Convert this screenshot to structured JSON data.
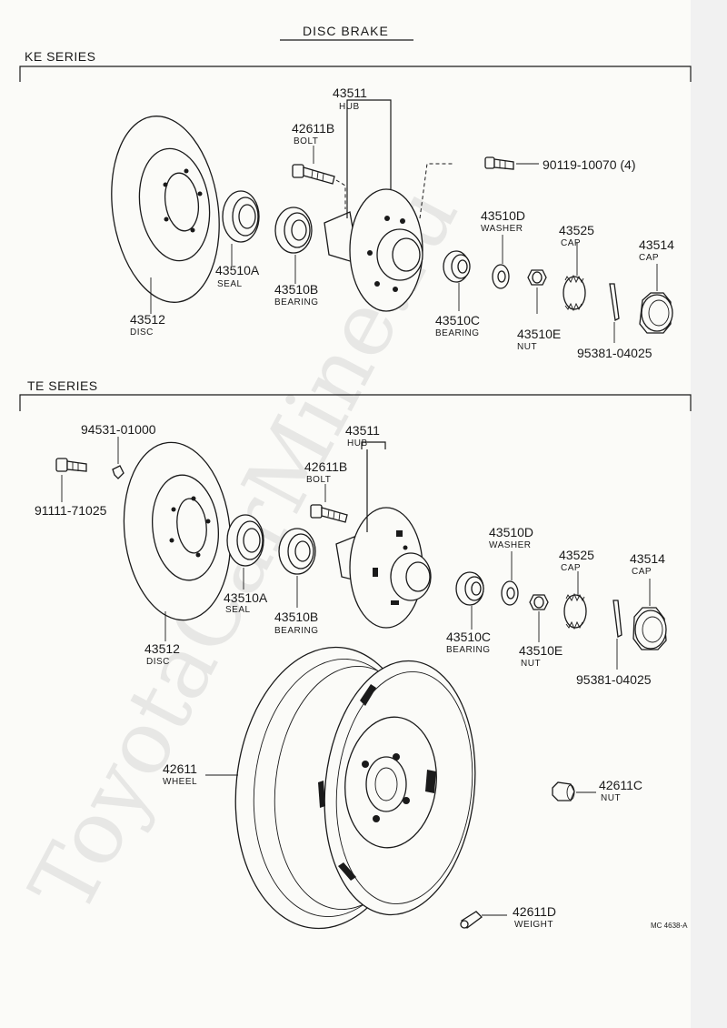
{
  "title": "DISC BRAKE",
  "watermark": "ToyotaCarMine.ru",
  "figure_code": "MC 4638-A",
  "ke_series": {
    "label": "KE SERIES",
    "parts": {
      "hub": {
        "number": "43511",
        "name": "HUB"
      },
      "bolt": {
        "number": "42611B",
        "name": "BOLT"
      },
      "bolt_kit": {
        "number": "90119-10070 (4)"
      },
      "washer": {
        "number": "43510D",
        "name": "WASHER"
      },
      "cap_small": {
        "number": "43525",
        "name": "CAP"
      },
      "cap_large": {
        "number": "43514",
        "name": "CAP"
      },
      "seal": {
        "number": "43510A",
        "name": "SEAL"
      },
      "bearing_inner": {
        "number": "43510B",
        "name": "BEARING"
      },
      "disc": {
        "number": "43512",
        "name": "DISC"
      },
      "bearing_outer": {
        "number": "43510C",
        "name": "BEARING"
      },
      "nut": {
        "number": "43510E",
        "name": "NUT"
      },
      "cotter_pin": {
        "number": "95381-04025"
      }
    }
  },
  "te_series": {
    "label": "TE SERIES",
    "parts": {
      "clip": {
        "number": "94531-01000"
      },
      "hub": {
        "number": "43511",
        "name": "HUB"
      },
      "bolt": {
        "number": "42611B",
        "name": "BOLT"
      },
      "screw": {
        "number": "91111-71025"
      },
      "washer": {
        "number": "43510D",
        "name": "WASHER"
      },
      "cap_small": {
        "number": "43525",
        "name": "CAP"
      },
      "cap_large": {
        "number": "43514",
        "name": "CAP"
      },
      "seal": {
        "number": "43510A",
        "name": "SEAL"
      },
      "bearing_inner": {
        "number": "43510B",
        "name": "BEARING"
      },
      "disc": {
        "number": "43512",
        "name": "DISC"
      },
      "bearing_outer": {
        "number": "43510C",
        "name": "BEARING"
      },
      "nut": {
        "number": "43510E",
        "name": "NUT"
      },
      "cotter_pin": {
        "number": "95381-04025"
      },
      "wheel": {
        "number": "42611",
        "name": "WHEEL"
      },
      "wheel_nut": {
        "number": "42611C",
        "name": "NUT"
      },
      "weight": {
        "number": "42611D",
        "name": "WEIGHT"
      }
    }
  }
}
